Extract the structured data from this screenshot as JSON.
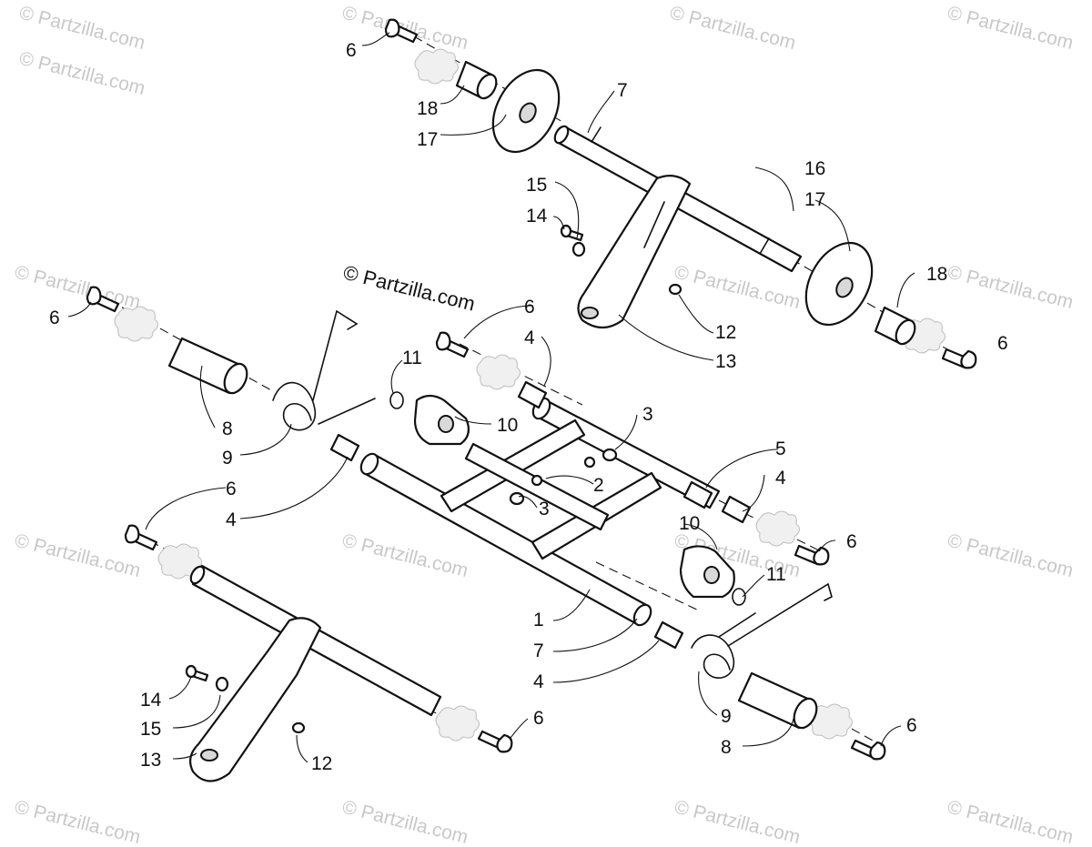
{
  "watermark": {
    "main": "© Partzilla.com",
    "tile": "© Partzilla.com"
  },
  "colors": {
    "line": "#111111",
    "watermark": "#c8c8c8",
    "background": "#ffffff"
  },
  "callouts": [
    "6",
    "18",
    "17",
    "7",
    "16",
    "17",
    "15",
    "14",
    "18",
    "12",
    "13",
    "6",
    "6",
    "4",
    "6",
    "11",
    "3",
    "10",
    "8",
    "9",
    "2",
    "5",
    "4",
    "3",
    "6",
    "4",
    "10",
    "6",
    "11",
    "1",
    "7",
    "4",
    "14",
    "15",
    "13",
    "6",
    "12",
    "9",
    "8",
    "6"
  ]
}
